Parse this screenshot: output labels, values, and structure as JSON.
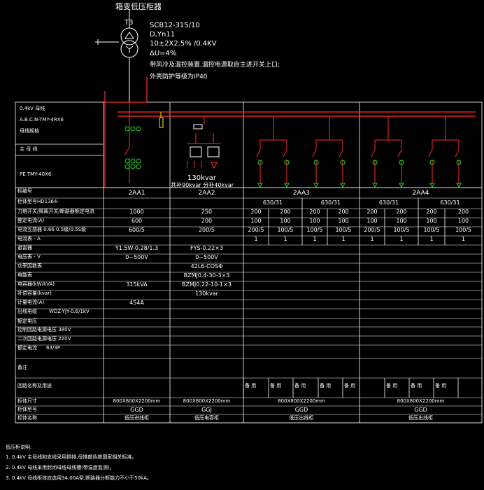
{
  "transformer": {
    "title": "箱变低压柜器",
    "label": "T3",
    "model": "SCB12-315/10",
    "conn": "D,Yn11",
    "ratio": "10±2X2.5% /0.4KV",
    "impedance": "ΔU=4%",
    "note1": "带风冷及温控装置,温控电源取自主进开关上口;",
    "note2": "外壳防护等级为IP40"
  },
  "leftPanel": {
    "line1": "0.4kV 母线",
    "line2": "A.B.C.N-TMY-4RX6",
    "line3": "母线规格",
    "line4": "主 母 线",
    "line5": "PE TMY-40X6"
  },
  "cap": {
    "kvar": "130kvar",
    "caption": "共补90kvar 分补40kvar"
  },
  "rowLabels": [
    "柜编号",
    "柜体型号HD1364-",
    "刀熔开关/隔离开关/断路器额定电流",
    "整定电流(A)",
    "电流互感器 0.66 0.5级/0.5S级",
    "电流表 - A",
    "避雷器",
    "电压表 - V",
    "功率因数表",
    "电能表",
    "电容器(kW/kVA)",
    "补偿容量(kvar)",
    "计量电流(A)",
    "出线电缆",
    "额定电压",
    "控制回路电源电压 380V",
    "二次回路电源电压 220V",
    "额定电流",
    "备注",
    "回路名称及用途",
    "柜体尺寸",
    "柜体型号",
    "柜体名称"
  ],
  "rows": {
    "cabinetIds": [
      "2AA1",
      "2AA2",
      "2AA3",
      "2AA4"
    ],
    "ratings": [
      "630/31",
      "630/31",
      "630/31",
      "630/31"
    ],
    "breakerA1": "1000",
    "breakerA2": "250",
    "setA1": "600",
    "setA2": "200",
    "ctA1": "600/5",
    "ctA2": "200/5",
    "ammeter": [
      "1",
      "1",
      "1",
      "1",
      "1",
      "1",
      "1",
      "1"
    ],
    "feederBreaker": [
      "200",
      "200",
      "200",
      "200",
      "200",
      "200",
      "200",
      "200"
    ],
    "feederSet": [
      "100",
      "100",
      "100",
      "100",
      "100",
      "100",
      "100",
      "100"
    ],
    "feederCt": [
      "200/5",
      "100/5",
      "100/5",
      "100/5",
      "200/5",
      "100/5",
      "100/5",
      "100/5"
    ],
    "arrester1": "Y1.5W-0.28/1.3",
    "arrester2": "FYS-0.22×3",
    "voltmeter1": "0~500V",
    "voltmeter2": "0~500V",
    "pfMeter": "42L6-COSΦ",
    "capacitor1": "BZMJ0.4-30-3×3",
    "capacitor2": "BZMJ0.22-10-1×3",
    "kva": "315kVA",
    "kvar": "130kvar",
    "meterA": "454A",
    "cable": "WDZ-YJY-0.6/1kV",
    "ratedV": "额定电压",
    "ctl": "控制回路电源电压 380V",
    "sec": "二次回路电源电压 220V",
    "ratedI": "63/3P",
    "spare": [
      "备 用",
      "备 用",
      "备 用",
      "备 用",
      "备 用",
      "备 用",
      "备 用",
      "备 用"
    ],
    "dims": [
      "800X800X2200mm",
      "800X800X2200mm",
      "800X800X2200mm",
      "800X800X2200mm"
    ],
    "models": [
      "GGD",
      "GGJ",
      "GGD",
      "GGD"
    ],
    "names": [
      "低压进线柜",
      "低压电容柜",
      "低压出线柜",
      "低压出线柜"
    ]
  },
  "footnotes": {
    "title": "低压柜说明:",
    "n1": "1. 0.4kV 主母线和支线采用铜排,母排颜色按国家相关标准。",
    "n2": "2. 0.4kV 母线采用封闭母线母线槽(带温度监测)。",
    "n3": "3. 0.4kV 母线柜体应选用34.00A型,断路器分断能力不小于50kA。"
  },
  "colors": {
    "line": "#ffffff",
    "red": "#ff2a2a",
    "green": "#23d923",
    "yellow": "#f5f500"
  }
}
